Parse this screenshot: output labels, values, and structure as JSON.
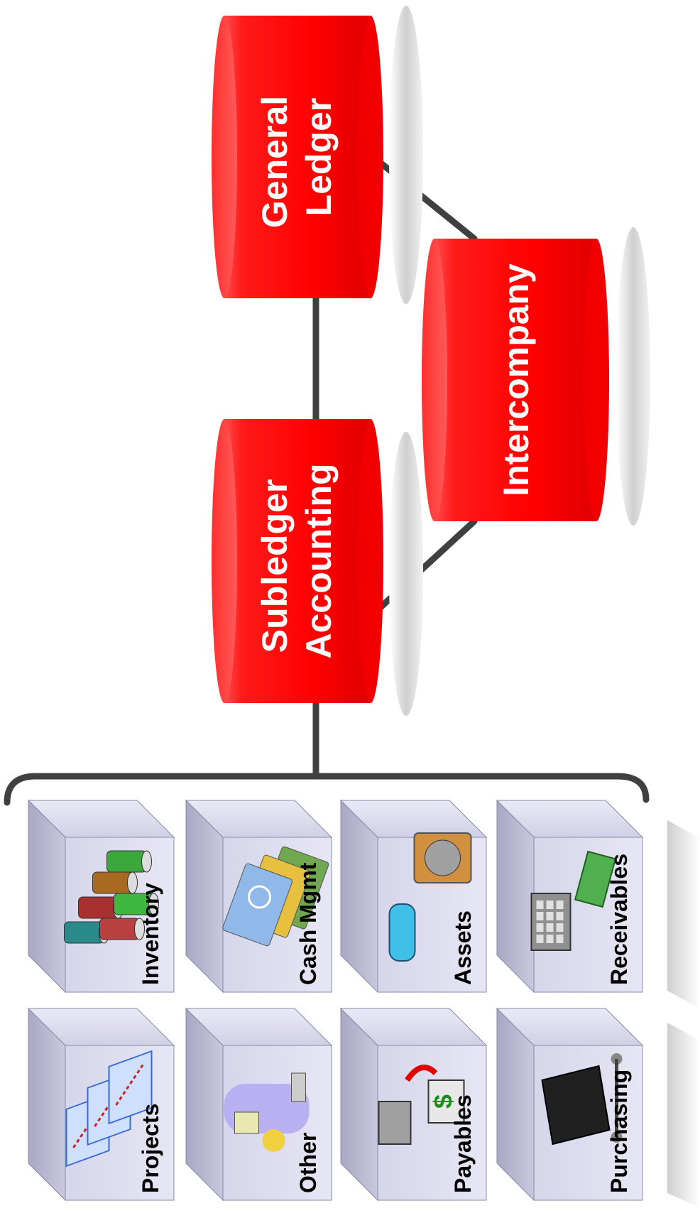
{
  "diagram": {
    "databases": [
      {
        "id": "gl",
        "lines": [
          "General",
          "Ledger"
        ]
      },
      {
        "id": "sla",
        "lines": [
          "Subledger",
          "Accounting"
        ]
      },
      {
        "id": "ic",
        "lines": [
          "Intercompany"
        ]
      }
    ],
    "modules": [
      {
        "id": "inventory",
        "label": "Inventory",
        "icon": "oil-barrels-icon"
      },
      {
        "id": "projects",
        "label": "Projects",
        "icon": "gantt-chart-icon"
      },
      {
        "id": "cash",
        "label": "Cash Mgmt",
        "icon": "banknotes-icon"
      },
      {
        "id": "other",
        "label": "Other",
        "icon": "person-documents-icon"
      },
      {
        "id": "assets",
        "label": "Assets",
        "icon": "car-building-icon"
      },
      {
        "id": "payables",
        "label": "Payables",
        "icon": "payment-transfer-icon"
      },
      {
        "id": "receivables",
        "label": "Receivables",
        "icon": "cash-register-icon"
      },
      {
        "id": "purchasing",
        "label": "Purchasing",
        "icon": "purchase-cart-icon"
      }
    ],
    "colors": {
      "cylinder": "#ff0000",
      "connector": "#404040",
      "box_face": "#d8d8ee"
    }
  }
}
